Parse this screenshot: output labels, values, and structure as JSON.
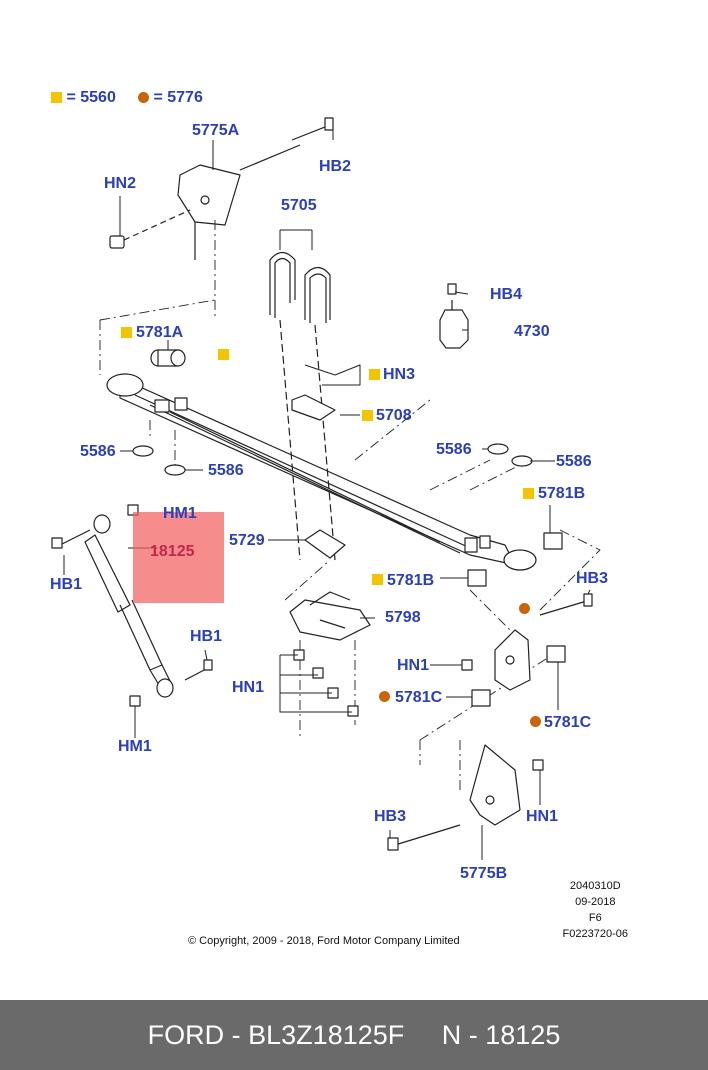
{
  "legend": {
    "yellow_label": "= 5560",
    "orange_label": "= 5776",
    "yellow_color": "#f5c400",
    "orange_color": "#c8650a"
  },
  "callouts": {
    "c5775A": "5775A",
    "cHB2": "HB2",
    "cHN2": "HN2",
    "c5705": "5705",
    "cHB4": "HB4",
    "c4730": "4730",
    "c5781A": "5781A",
    "cHN3": "HN3",
    "c5708": "5708",
    "c5586a": "5586",
    "c5586b": "5586",
    "c5586c": "5586",
    "c5586d": "5586",
    "c5781B_top": "5781B",
    "cHM1_top": "HM1",
    "c18125": "18125",
    "c5729": "5729",
    "cHB1_left": "HB1",
    "c5781B_mid": "5781B",
    "cHB3_right": "HB3",
    "c5798": "5798",
    "cHB1_lower": "HB1",
    "cHN1_right": "HN1",
    "cHN1_left": "HN1",
    "c5781C_a": "5781C",
    "c5781C_b": "5781C",
    "cHM1_bottom": "HM1",
    "cHB3_bottom": "HB3",
    "cHN1_bottom": "HN1",
    "c5775B": "5775B"
  },
  "highlight_color": "#f46060",
  "info": {
    "line1": "2040310D",
    "line2": "09-2018",
    "line3": "F6",
    "line4": "F0223720-06"
  },
  "copyright": "© Copyright, 2009 - 2018, Ford Motor Company Limited",
  "footer": {
    "text": "FORD - BL3Z18125F     N - 18125"
  }
}
